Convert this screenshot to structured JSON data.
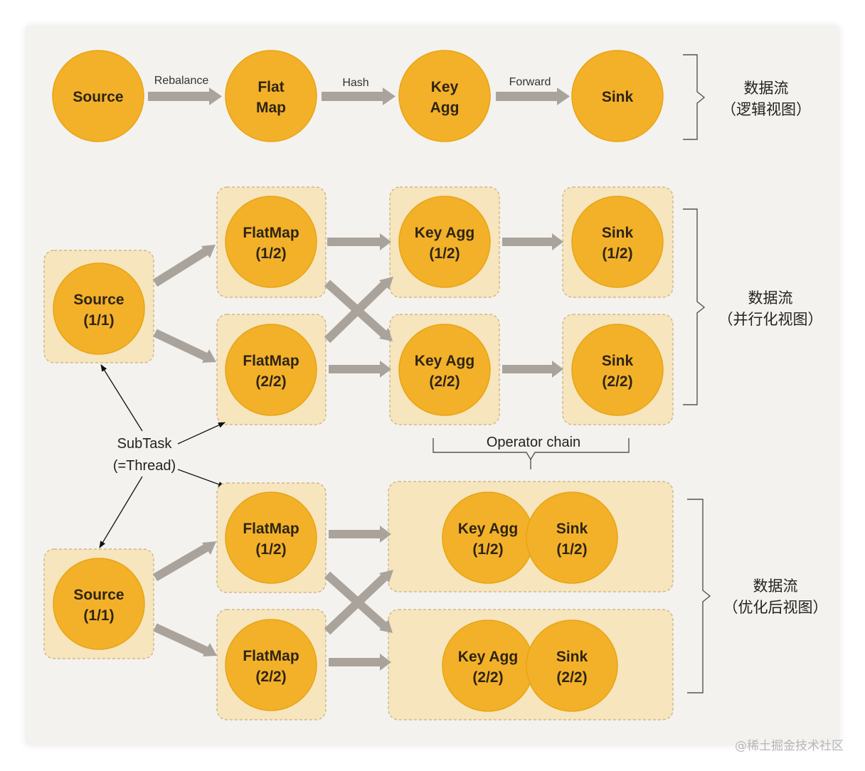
{
  "logical_view": {
    "nodes": [
      {
        "id": "source",
        "lines": [
          "Source"
        ]
      },
      {
        "id": "flatmap",
        "lines": [
          "Flat",
          "Map"
        ]
      },
      {
        "id": "keyagg",
        "lines": [
          "Key",
          "Agg"
        ]
      },
      {
        "id": "sink",
        "lines": [
          "Sink"
        ]
      }
    ],
    "edges": [
      {
        "label": "Rebalance"
      },
      {
        "label": "Hash"
      },
      {
        "label": "Forward"
      }
    ],
    "label_line1": "数据流",
    "label_line2": "（逻辑视图）"
  },
  "parallel_view": {
    "source": [
      "Source",
      "(1/1)"
    ],
    "flatmap1": [
      "FlatMap",
      "(1/2)"
    ],
    "flatmap2": [
      "FlatMap",
      "(2/2)"
    ],
    "keyagg1": [
      "Key Agg",
      "(1/2)"
    ],
    "keyagg2": [
      "Key Agg",
      "(2/2)"
    ],
    "sink1": [
      "Sink",
      "(1/2)"
    ],
    "sink2": [
      "Sink",
      "(2/2)"
    ],
    "label_line1": "数据流",
    "label_line2": "（并行化视图）"
  },
  "optimized_view": {
    "source": [
      "Source",
      "(1/1)"
    ],
    "flatmap1": [
      "FlatMap",
      "(1/2)"
    ],
    "flatmap2": [
      "FlatMap",
      "(2/2)"
    ],
    "keyagg1": [
      "Key Agg",
      "(1/2)"
    ],
    "keyagg2": [
      "Key Agg",
      "(2/2)"
    ],
    "sink1": [
      "Sink",
      "(1/2)"
    ],
    "sink2": [
      "Sink",
      "(2/2)"
    ],
    "label_line1": "数据流",
    "label_line2": "（优化后视图）"
  },
  "annotations": {
    "subtask_line1": "SubTask",
    "subtask_line2": "(=Thread)",
    "operator_chain": "Operator chain"
  },
  "watermark": "@稀土掘金技术社区",
  "colors": {
    "node_fill": "#f3b12a",
    "box_fill": "#f6e5bd",
    "arrow": "#a9a39b"
  }
}
